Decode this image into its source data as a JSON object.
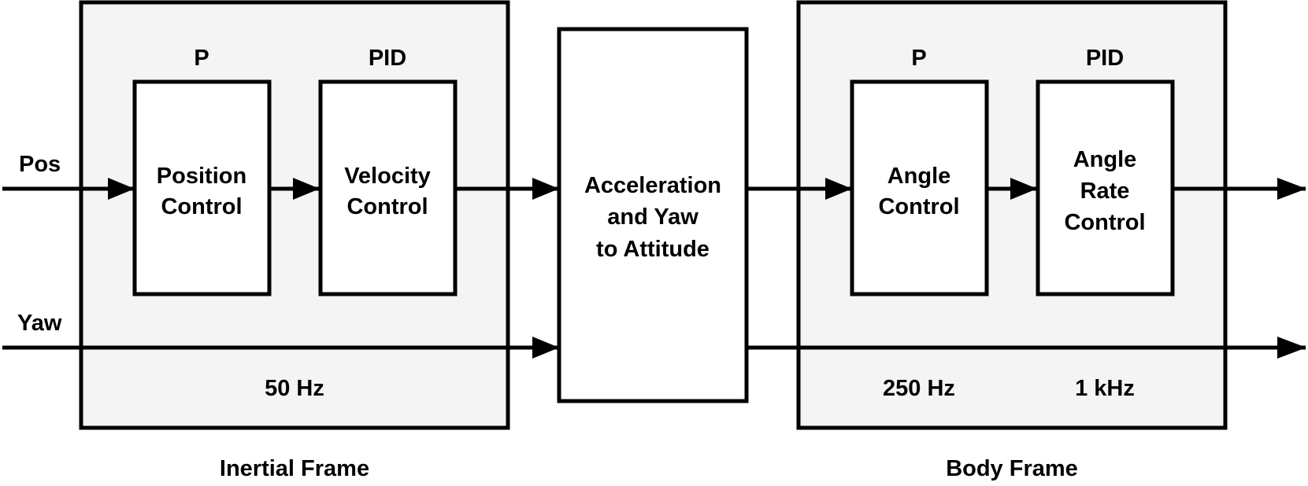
{
  "inputs": {
    "pos": "Pos",
    "yaw": "Yaw"
  },
  "inertial_frame": {
    "label": "Inertial Frame",
    "rate": "50 Hz",
    "blocks": [
      {
        "type": "P",
        "lines": [
          "Position",
          "Control"
        ]
      },
      {
        "type": "PID",
        "lines": [
          "Velocity",
          "Control"
        ]
      }
    ]
  },
  "converter": {
    "lines": [
      "Acceleration",
      "and Yaw",
      "to Attitude"
    ]
  },
  "body_frame": {
    "label": "Body Frame",
    "rates": [
      "250 Hz",
      "1 kHz"
    ],
    "blocks": [
      {
        "type": "P",
        "lines": [
          "Angle",
          "Control"
        ]
      },
      {
        "type": "PID",
        "lines": [
          "Angle",
          "Rate",
          "Control"
        ]
      }
    ]
  }
}
